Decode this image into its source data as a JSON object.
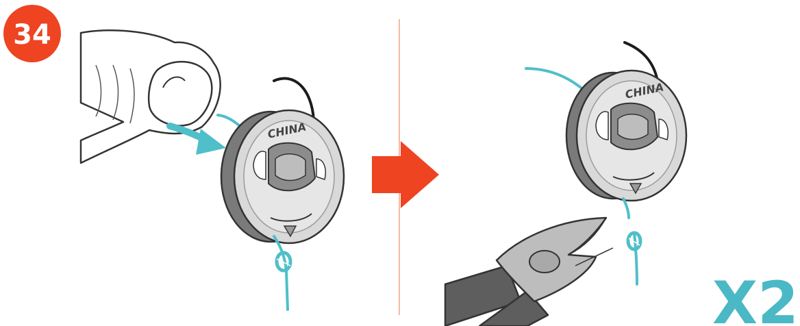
{
  "step": {
    "number": "34"
  },
  "spool_left": {
    "engraving": "CHINA"
  },
  "spool_right": {
    "engraving": "CHINA"
  },
  "multiplier": {
    "text": "X2"
  },
  "colors": {
    "badge": "#ee4422",
    "arrow_red": "#ee4422",
    "divider": "#f2a080",
    "wire_teal": "#4fbfc9",
    "wire_black": "#1c1c1c",
    "multiplier_teal": "#4bb8c5",
    "spool_face": "#d9d9d9",
    "spool_rim": "#7a7a7a",
    "spool_core": "#8c8c8c",
    "plier_dark": "#5e5e5e",
    "plier_light": "#bdbdbd"
  },
  "icons": {
    "hand": "hand-icon",
    "insert_arrow": "insert-arrow-icon",
    "next_arrow": "next-step-arrow-icon",
    "pliers": "side-cutter-pliers-icon"
  }
}
